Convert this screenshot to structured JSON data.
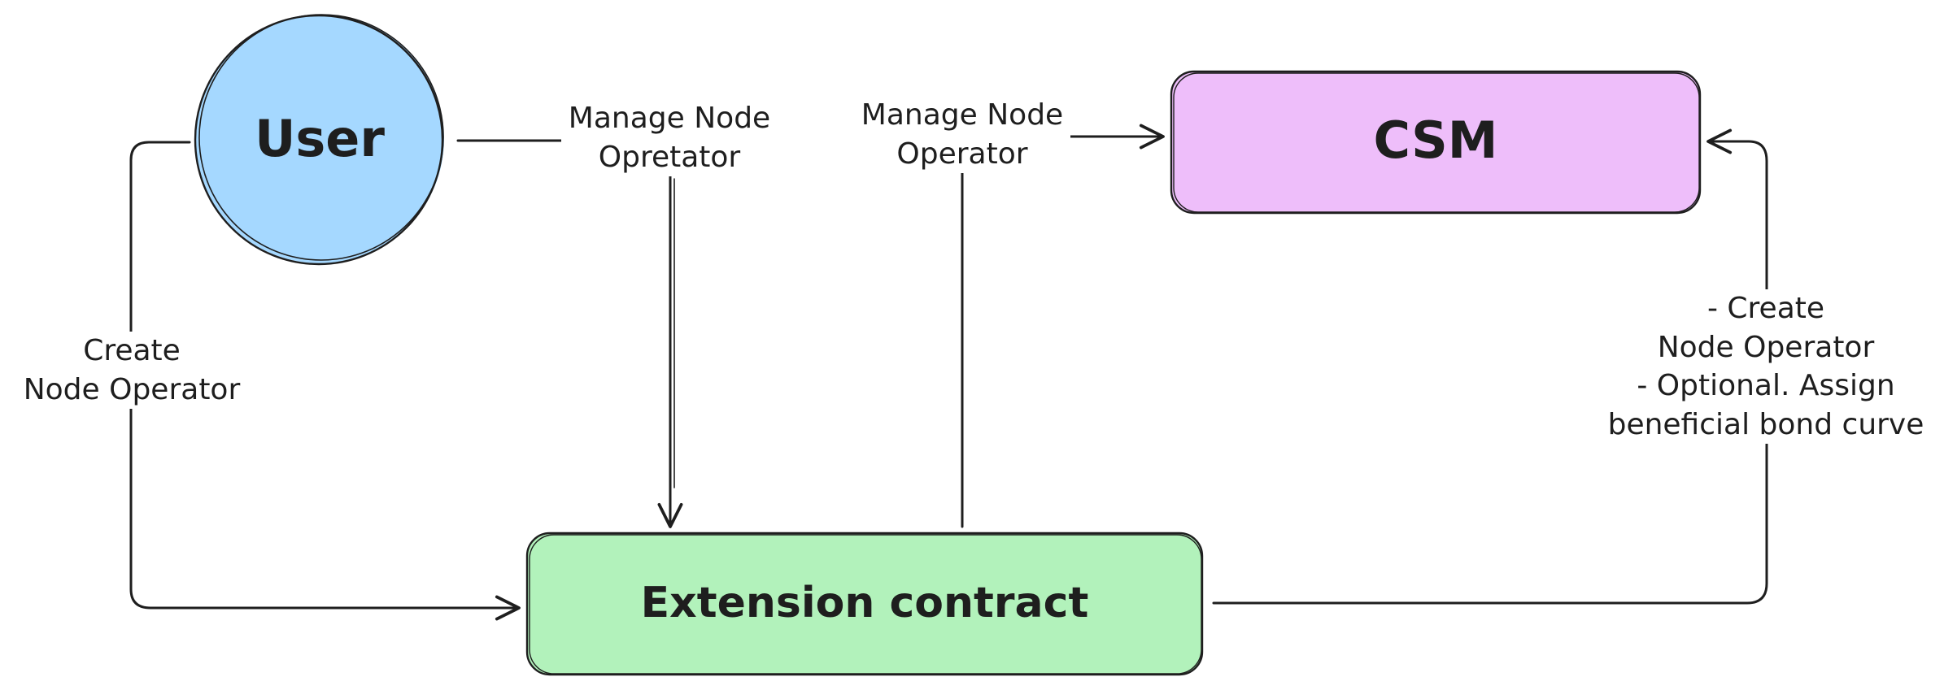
{
  "nodes": {
    "user": {
      "label": "User",
      "color": "#a5d8ff"
    },
    "csm": {
      "label": "CSM",
      "color": "#eebefa"
    },
    "extension": {
      "label": "Extension contract",
      "color": "#b2f2bb"
    }
  },
  "edges": {
    "user_to_extension_create": {
      "lines": [
        "Create",
        "Node Operator"
      ]
    },
    "user_to_extension_manage": {
      "lines": [
        "Manage Node",
        "Opretator"
      ]
    },
    "extension_to_csm_manage": {
      "lines": [
        "Manage Node",
        "Operator"
      ]
    },
    "extension_to_csm_create": {
      "lines": [
        "- Create",
        "Node Operator",
        "- Optional. Assign",
        "beneficial bond curve"
      ]
    }
  },
  "colors": {
    "stroke": "#1e1e1e",
    "background": "#ffffff"
  }
}
